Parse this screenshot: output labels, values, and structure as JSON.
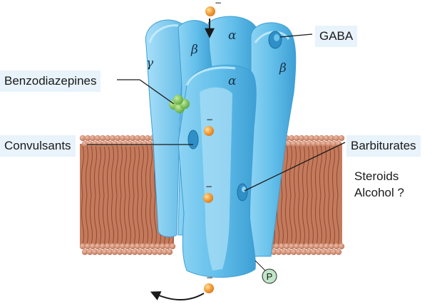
{
  "labels": {
    "gaba": "GABA",
    "benzodiazepines": "Benzodiazepines",
    "convulsants": "Convulsants",
    "barbiturates": "Barbiturates",
    "steroids": "Steroids",
    "alcohol": "Alcohol ?"
  },
  "subunits": {
    "alpha": "α",
    "beta": "β",
    "gamma": "γ"
  },
  "ion_charge": "−",
  "phosphate": "P",
  "colors": {
    "receptor": "#6cc3ec",
    "receptor_dark": "#3fa6d9",
    "membrane": "#c77b5e",
    "lipid_head": "#d99a80",
    "chloride_ion": "#f0a040",
    "benzodiazepine": "#7cc456",
    "label_bg": "#e8f3fb"
  }
}
